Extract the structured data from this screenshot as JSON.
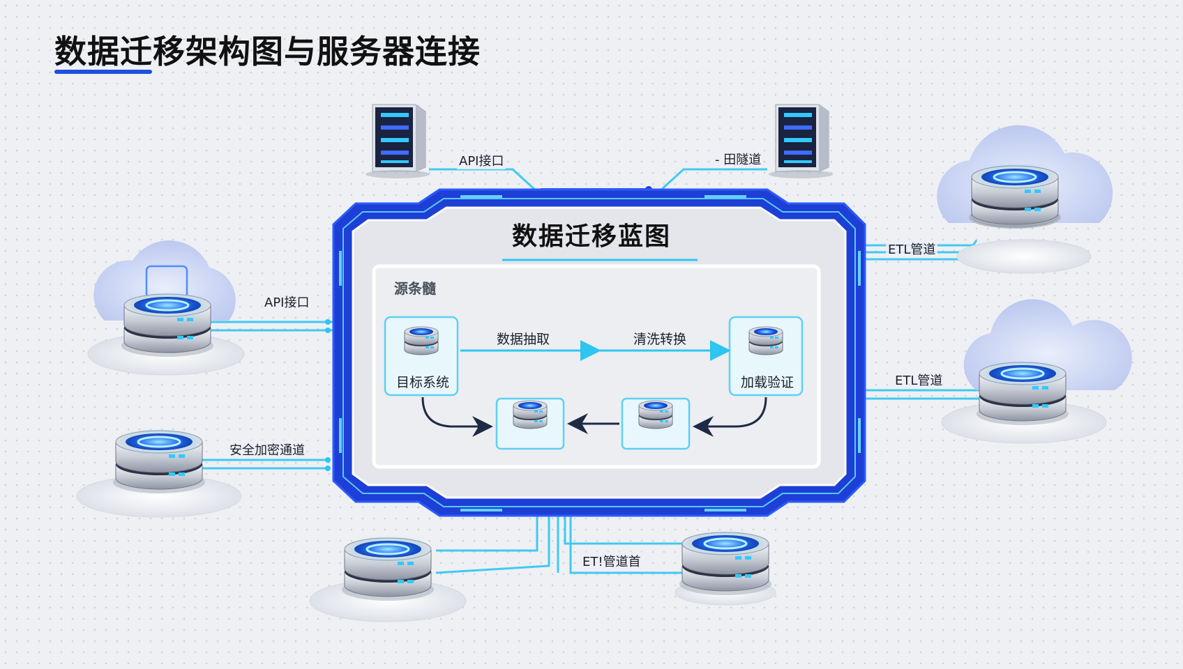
{
  "page": {
    "title": "数据迁移架构图与服务器连接"
  },
  "panel": {
    "title": "数据迁移蓝图",
    "section_label": "源条髓",
    "nodes": {
      "target": "目标系统",
      "load_verify": "加载验证"
    },
    "flows": {
      "extract": "数据抽取",
      "transform": "清洗转换"
    }
  },
  "connections": {
    "top_left": "API接口",
    "top_right": "- 田隧道",
    "right_top": "ETL管道",
    "right_mid": "ETL管道",
    "left_mid": "API接口",
    "left_low": "安全加密通道",
    "bottom": "ET!管道首"
  },
  "colors": {
    "accent": "#1f4fe0",
    "frame_blue": "#1d3fd6",
    "glow_cyan": "#2ec5f0",
    "node_silver": "#c9ced8"
  }
}
